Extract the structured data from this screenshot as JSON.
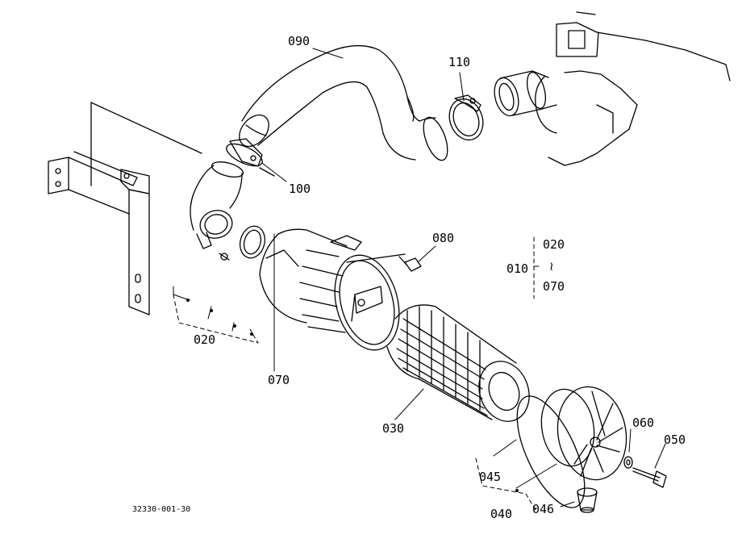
{
  "diagram": {
    "part_labels": {
      "p090": "090",
      "p110": "110",
      "p100": "100",
      "p080": "080",
      "p020_right": "020",
      "p010": "010",
      "p070_right": "070",
      "p020_left": "020",
      "p070_left": "070",
      "p030": "030",
      "p060": "060",
      "p050": "050",
      "p045": "045",
      "p040": "040",
      "p046": "046"
    },
    "range_symbol": "≀",
    "drawing_number": "32330-001-30"
  }
}
